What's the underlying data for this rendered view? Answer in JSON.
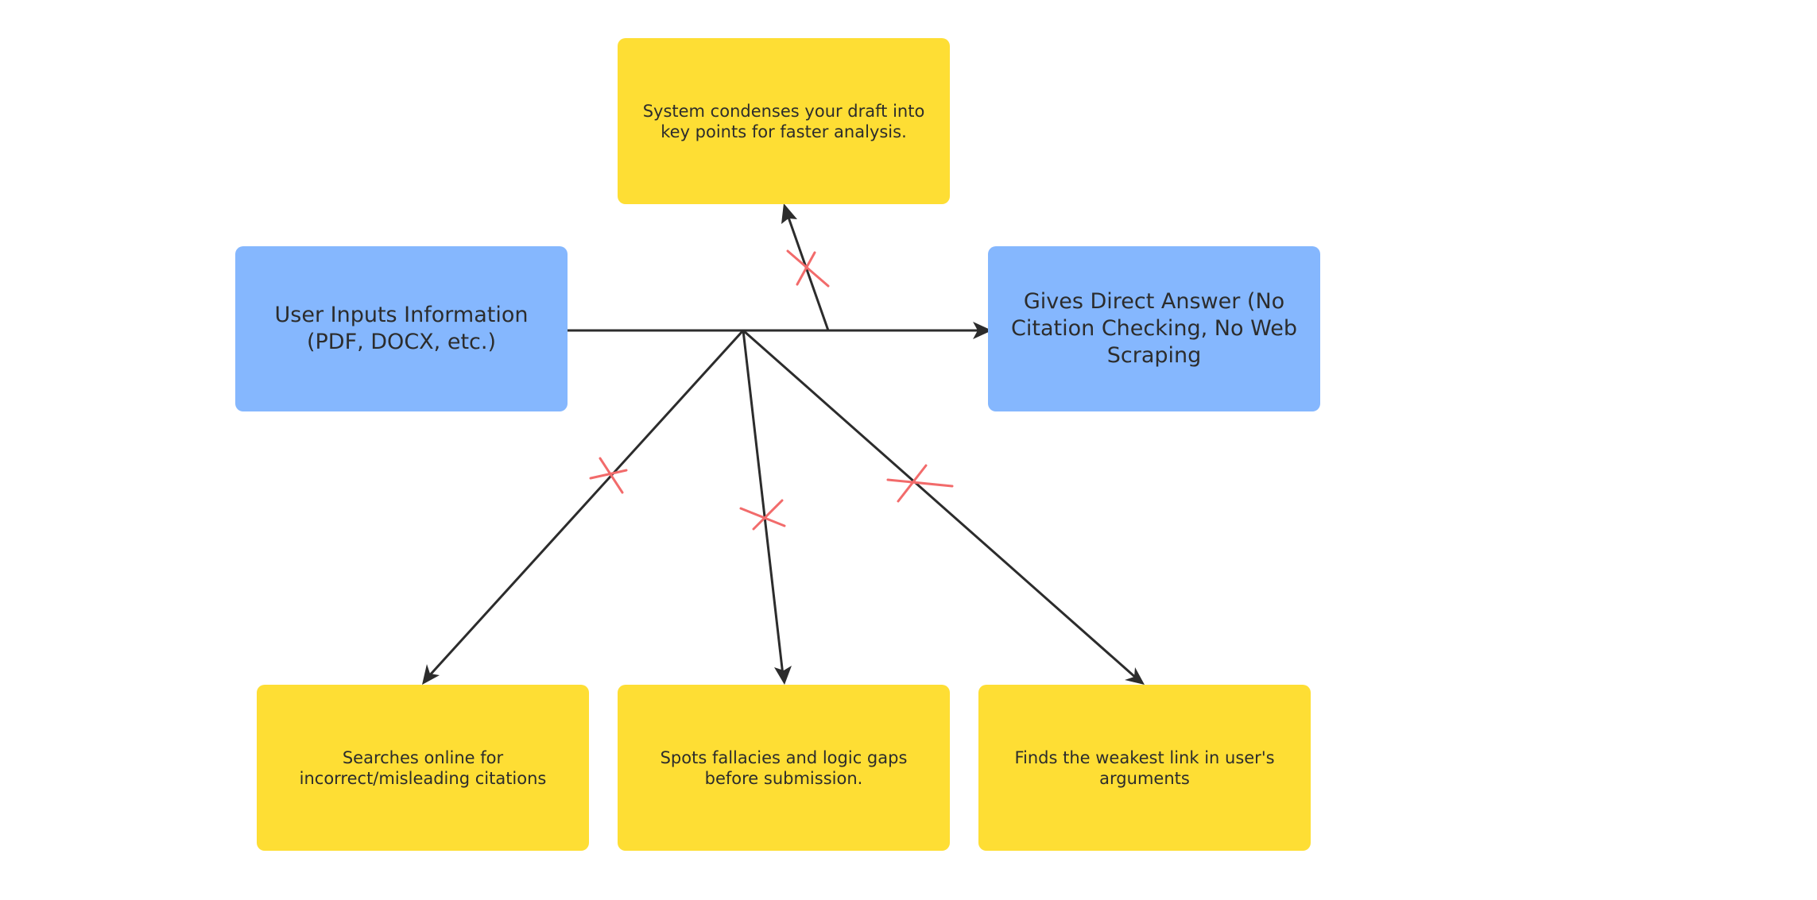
{
  "colors": {
    "input_box": "#85B7FE",
    "output_box": "#FEDE34",
    "connector": "#2c2c2c",
    "blocked_mark": "#F26B6B"
  },
  "nodes": {
    "input": "User Inputs Information\n(PDF, DOCX, etc.)",
    "direct_answer": "Gives Direct Answer (No\nCitation Checking, No Web\nScraping",
    "condense": "System condenses your draft into\nkey points for faster analysis.",
    "citations": "Searches online for\nincorrect/misleading citations",
    "fallacies": "Spots fallacies and logic gaps\nbefore submission.",
    "weakest_link": "Finds the weakest link in user's\narguments"
  }
}
